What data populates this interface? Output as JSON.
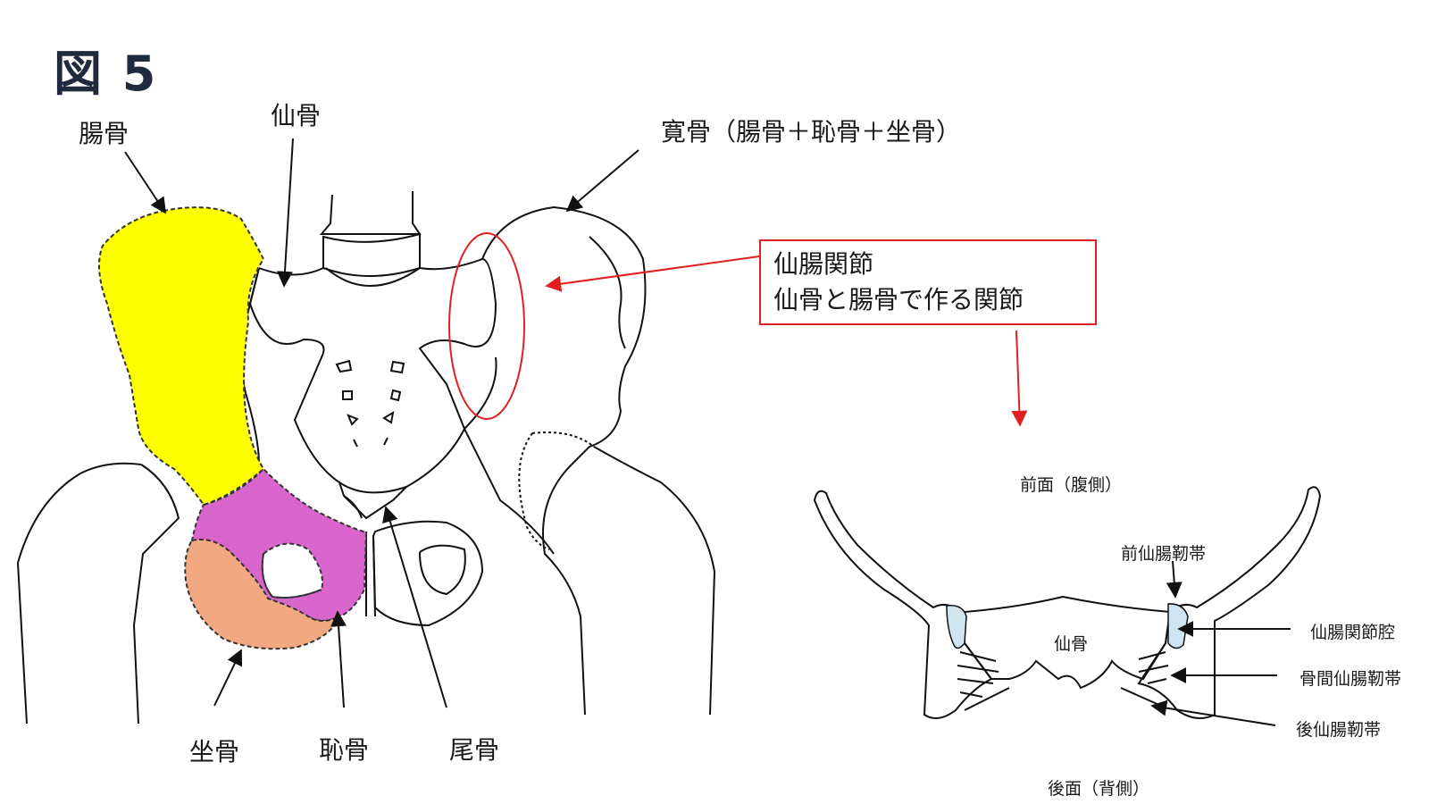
{
  "title": "図 5",
  "labels": {
    "ilium": "腸骨",
    "sacrum": "仙骨",
    "hipbone": "寛骨（腸骨＋恥骨＋坐骨）",
    "ischium": "坐骨",
    "pubis": "恥骨",
    "coccyx": "尾骨"
  },
  "sij_box": {
    "line1": "仙腸関節",
    "line2": "仙骨と腸骨で作る関節"
  },
  "section": {
    "front": "前面（腹側）",
    "back": "後面（背側）",
    "sacrum": "仙骨",
    "anterior_ligament": "前仙腸靭帯",
    "joint_cavity": "仙腸関節腔",
    "interosseous_ligament": "骨間仙腸靭帯",
    "posterior_ligament": "後仙腸靭帯"
  },
  "colors": {
    "ilium": "#ffff00",
    "pubis": "#d966cc",
    "ischium": "#f2a982",
    "joint_highlight": "#e02020",
    "cavity": "#cfe6f2",
    "title": "#1f2a3c"
  }
}
